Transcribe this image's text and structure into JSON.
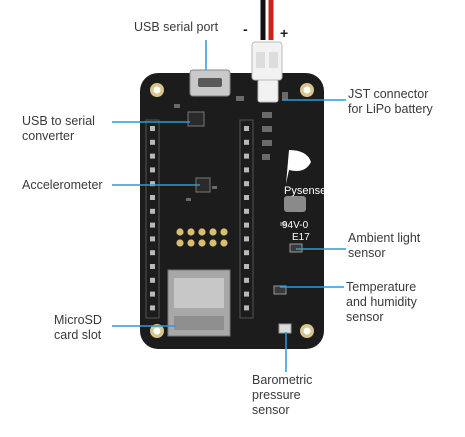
{
  "labels": {
    "usb_serial_port": "USB serial port",
    "jst_connector": "JST connector\nfor LiPo battery",
    "usb_to_serial": "USB to serial\nconverter",
    "accelerometer": "Accelerometer",
    "ambient_light": "Ambient light\nsensor",
    "temperature_humidity": "Temperature\nand humidity\nsensor",
    "microsd": "MicroSD\ncard slot",
    "barometric": "Barometric\npressure\nsensor"
  },
  "board": {
    "brand": "Pysense",
    "marking": "94V-0",
    "marking2": "E17",
    "minus": "-",
    "plus": "+"
  },
  "colors": {
    "pcb": "#1c1c1c",
    "leader": "#2d9ad6",
    "wire_black": "#111111",
    "wire_red": "#d0201a",
    "connector": "#f2f2f2"
  }
}
